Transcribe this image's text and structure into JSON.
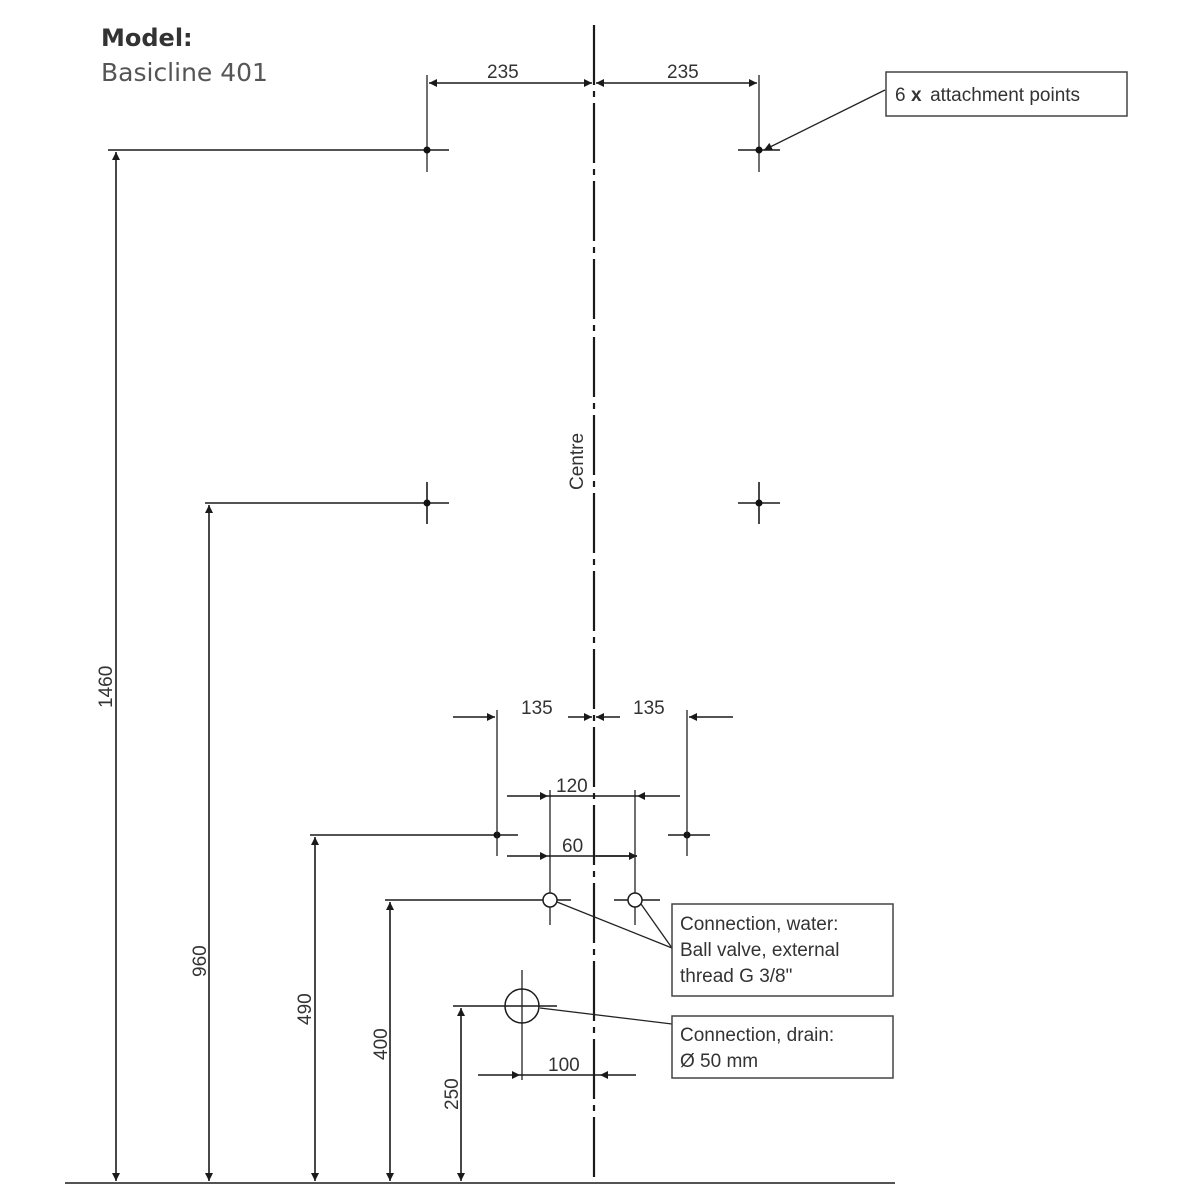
{
  "model": {
    "label": "Model:",
    "name": "Basicline 401"
  },
  "centre_label": "Centre",
  "dimensions": {
    "top_left": "235",
    "top_right": "235",
    "height_total": "1460",
    "height_middle": "960",
    "height_lower": "490",
    "height_water": "400",
    "height_drain": "250",
    "lower_left": "135",
    "lower_right": "135",
    "water_spacing": "120",
    "water_inner": "60",
    "drain_width": "100"
  },
  "notes": {
    "attachment_count": "6",
    "attachment_x": "x",
    "attachment_text": "attachment points",
    "water_line1": "Connection, water:",
    "water_line2": "Ball valve, external",
    "water_line3": "thread G 3/8\"",
    "drain_line1": "Connection, drain:",
    "drain_line2": "Ø 50 mm"
  }
}
